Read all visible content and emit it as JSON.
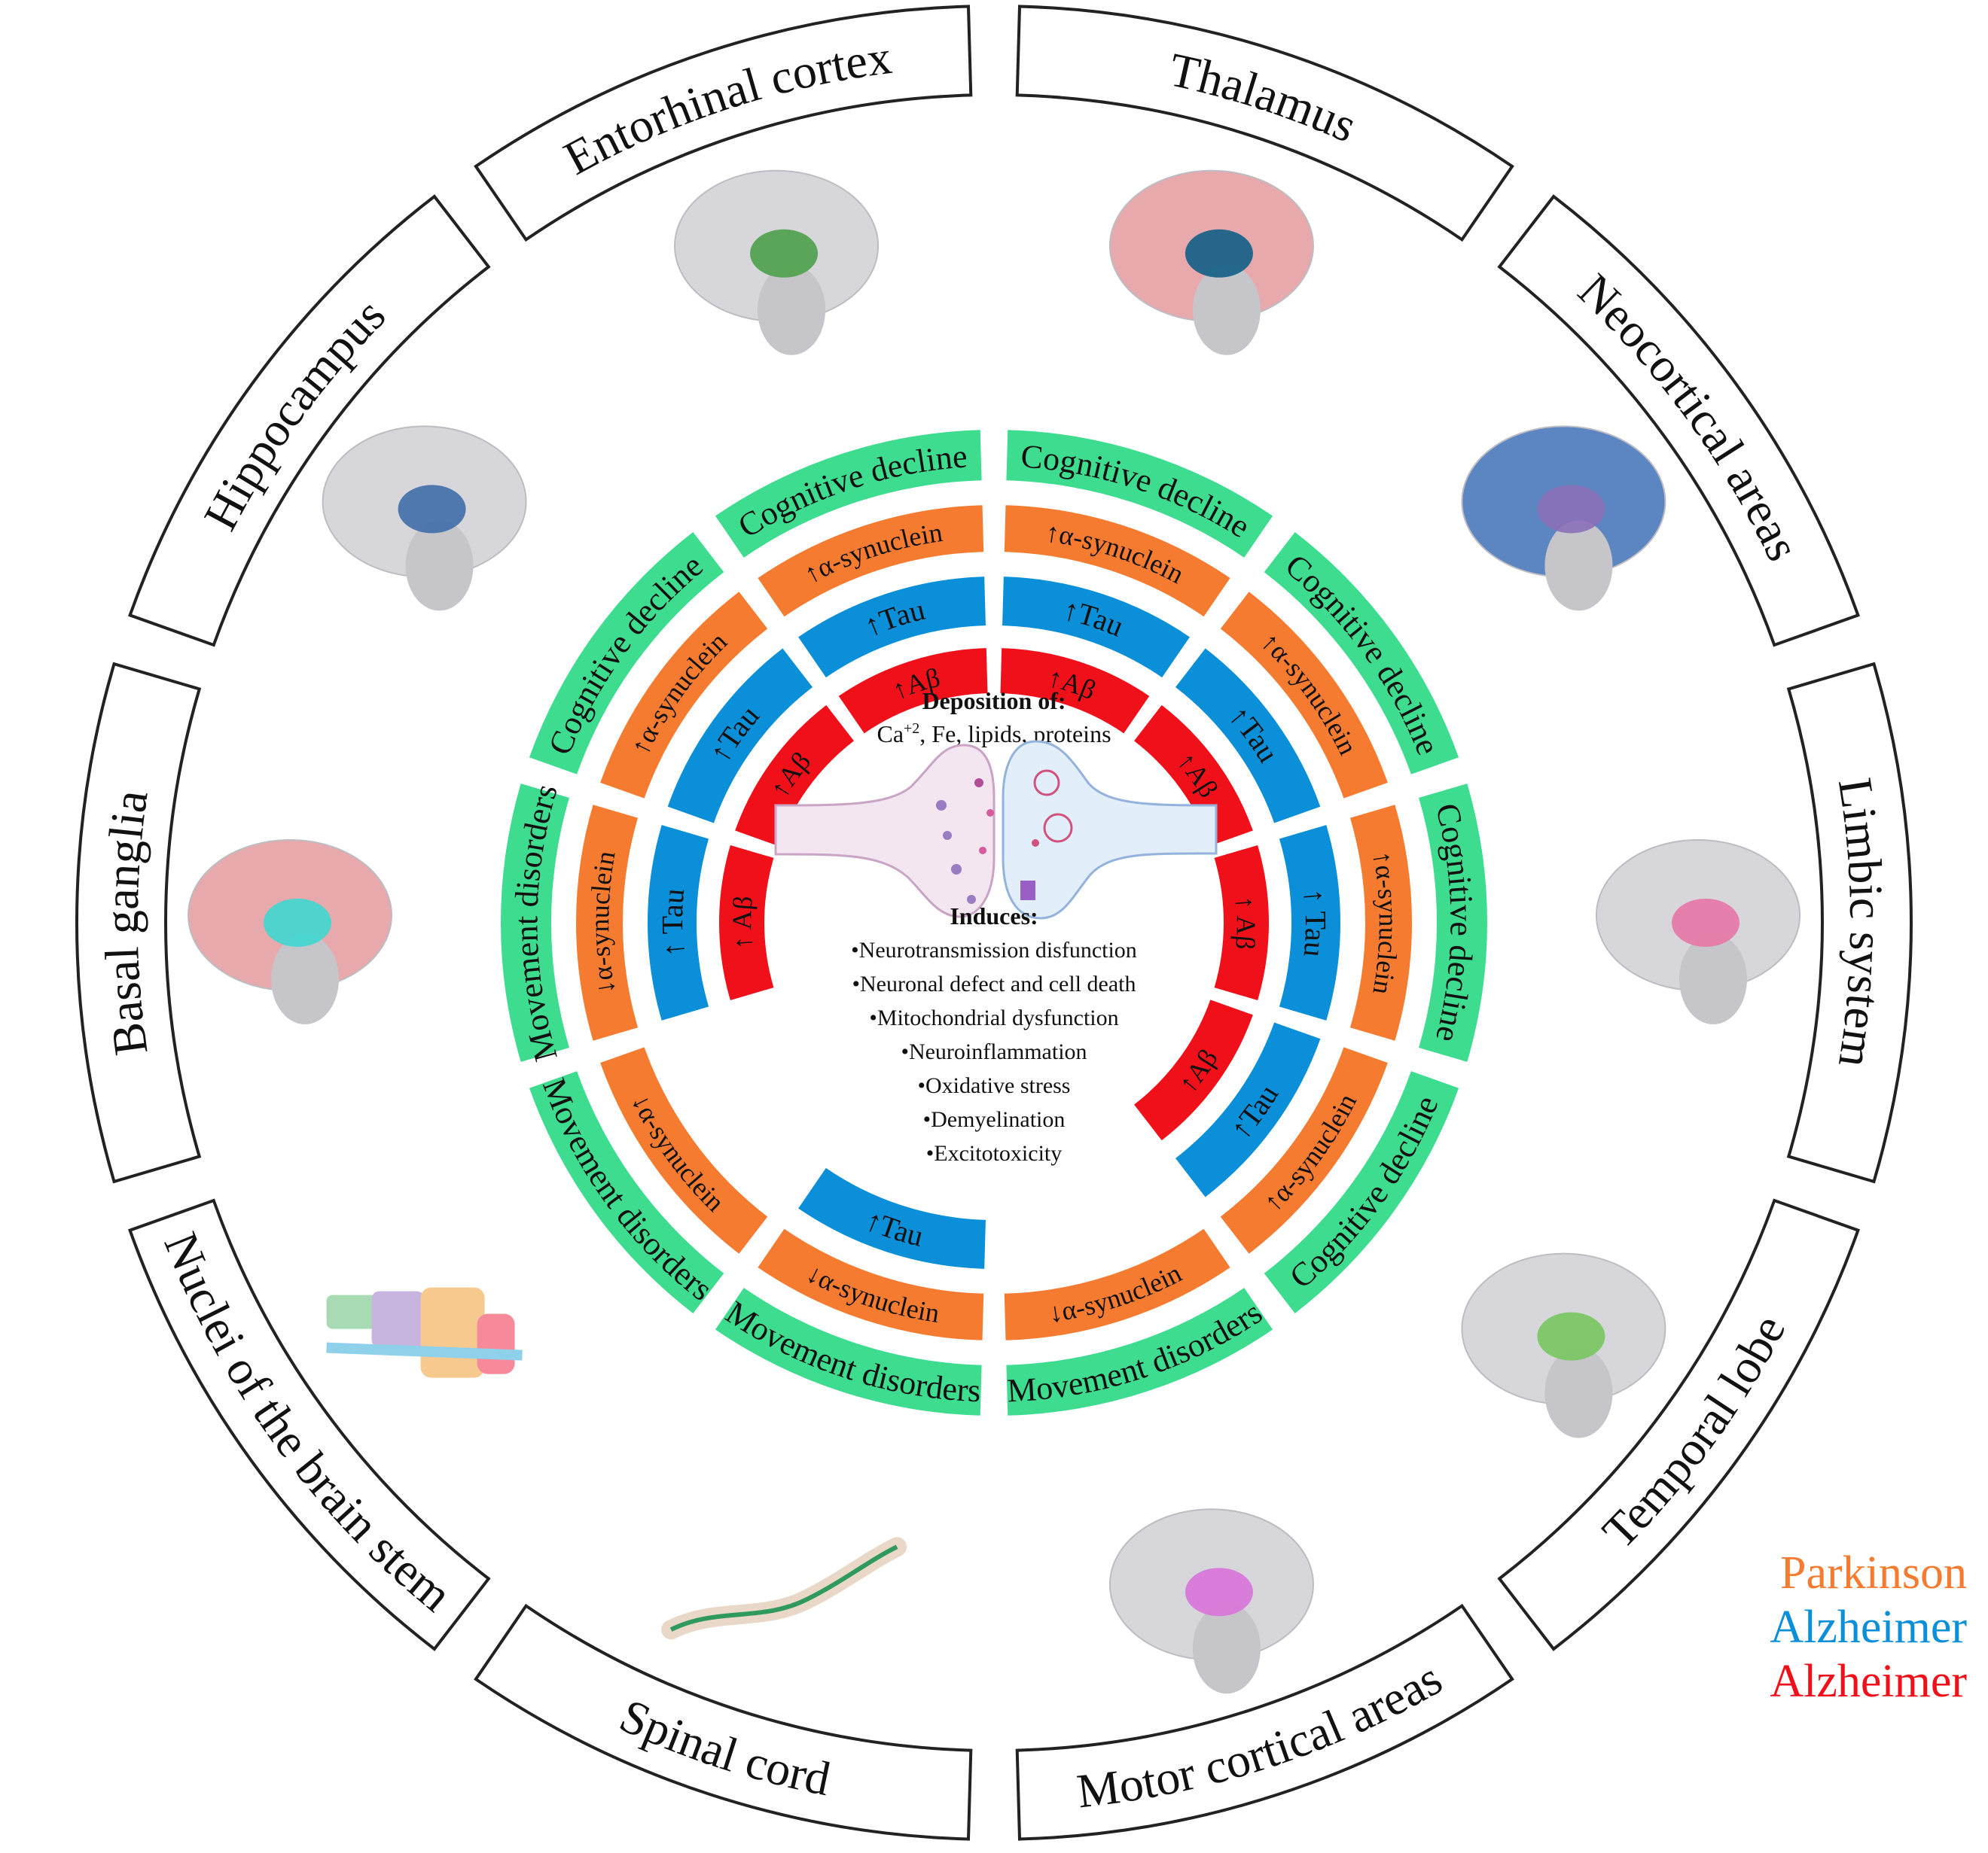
{
  "colors": {
    "green": "#3ddc8f",
    "orange": "#f47b2f",
    "blue": "#0b8fd9",
    "red": "#f0101a",
    "yellow": "#fcbd0a",
    "frame_stroke": "#222222",
    "text_dark": "#111111",
    "text_light": "#ffffff"
  },
  "regions": [
    {
      "label": "Thalamus",
      "icon": "thalamus-brain-icon"
    },
    {
      "label": "Neocortical areas",
      "icon": "neocortex-brain-icon"
    },
    {
      "label": "Limbic system",
      "icon": "limbic-brain-icon"
    },
    {
      "label": "Temporal lobe",
      "icon": "temporal-lobe-brain-icon"
    },
    {
      "label": "Motor cortical areas",
      "icon": "motor-cortex-brain-icon"
    },
    {
      "label": "Spinal cord",
      "icon": "spinal-cord-icon"
    },
    {
      "label": "Nuclei of the brain stem",
      "icon": "brain-stem-icon"
    },
    {
      "label": "Basal ganglia",
      "icon": "basal-ganglia-brain-icon"
    },
    {
      "label": "Hippocampus",
      "icon": "hippocampus-brain-icon"
    },
    {
      "label": "Entorhinal cortex",
      "icon": "entorhinal-brain-icon"
    }
  ],
  "rings": {
    "outer_symptom": [
      "Cognitive decline",
      "Cognitive decline",
      "Cognitive decline",
      "Cognitive decline",
      "Movement disorders",
      "Movement disorders",
      "Movement disorders",
      "Movement disorders",
      "Cognitive decline",
      "Cognitive decline"
    ],
    "alpha_synuclein": [
      "↑α-synuclein",
      "↑α-synuclein",
      "↑α-synuclein",
      "↑α-synuclein",
      "↓α-synuclein",
      "↓α-synuclein",
      "↓α-synuclein",
      "↓α-synuclein",
      "↑α-synuclein",
      "↑α-synuclein"
    ],
    "tau": [
      "↑Tau",
      "↑Tau",
      "↑ Tau",
      "↑Tau",
      "↑Tau",
      "↑ Tau",
      "↑Tau",
      "↑Tau"
    ],
    "abeta": [
      "↑Aβ",
      "↑Aβ",
      "↑ Aβ",
      "↑Aβ",
      "↑ Aβ",
      "↑Aβ",
      "↑Aβ"
    ]
  },
  "center": {
    "deposition_title": "Deposition of:",
    "deposition_items": "Ca+2, Fe, lipids, proteins",
    "synapse_icon": "synapse-icon",
    "induces_title": "Induces:",
    "induces_items": [
      "•Neurotransmission disfunction",
      "•Neuronal defect and cell death",
      "•Mitochondrial dysfunction",
      "•Neuroinflammation",
      "•Oxidative stress",
      "•Demyelination",
      "•Excitotoxicity"
    ]
  },
  "legend": [
    {
      "label": "Parkinson",
      "color": "#f47b2f"
    },
    {
      "label": "Alzheimer",
      "color": "#0b8fd9"
    },
    {
      "label": "Alzheimer",
      "color": "#f0101a"
    }
  ]
}
